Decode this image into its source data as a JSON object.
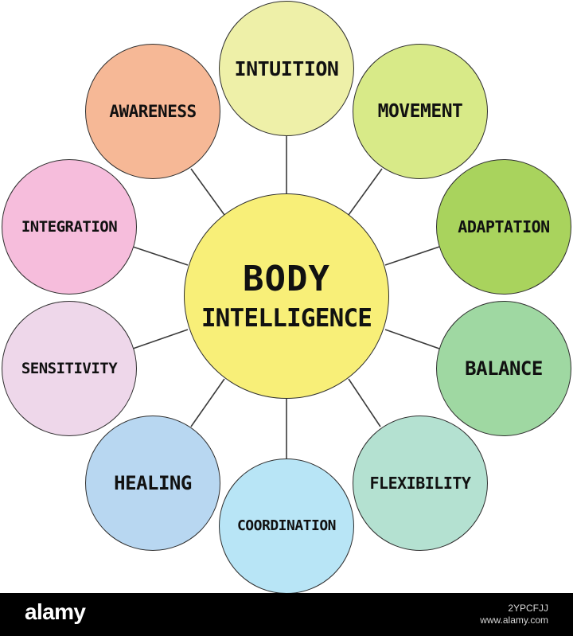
{
  "diagram": {
    "center": {
      "line1": "BODY",
      "line2": "INTELLIGENCE",
      "color": "#f8ef78"
    },
    "nodes": [
      {
        "id": "intuition",
        "label": "INTUITION",
        "color": "#eef0a8"
      },
      {
        "id": "movement",
        "label": "MOVEMENT",
        "color": "#d8ea88"
      },
      {
        "id": "adaptation",
        "label": "ADAPTATION",
        "color": "#a9d35d"
      },
      {
        "id": "balance",
        "label": "BALANCE",
        "color": "#9fd8a2"
      },
      {
        "id": "flexibility",
        "label": "FLEXIBILITY",
        "color": "#b4e1d1"
      },
      {
        "id": "coordination",
        "label": "COORDINATION",
        "color": "#b8e5f6"
      },
      {
        "id": "healing",
        "label": "HEALING",
        "color": "#b8d7f1"
      },
      {
        "id": "sensitivity",
        "label": "SENSITIVITY",
        "color": "#eed7ea"
      },
      {
        "id": "integration",
        "label": "INTEGRATION",
        "color": "#f6bddc"
      },
      {
        "id": "awareness",
        "label": "AWARENESS",
        "color": "#f6b896"
      }
    ],
    "connector_color": "#3a3a3a"
  },
  "watermark": {
    "brand": "alamy",
    "image_id": "2YPCFJJ",
    "site": "www.alamy.com"
  }
}
